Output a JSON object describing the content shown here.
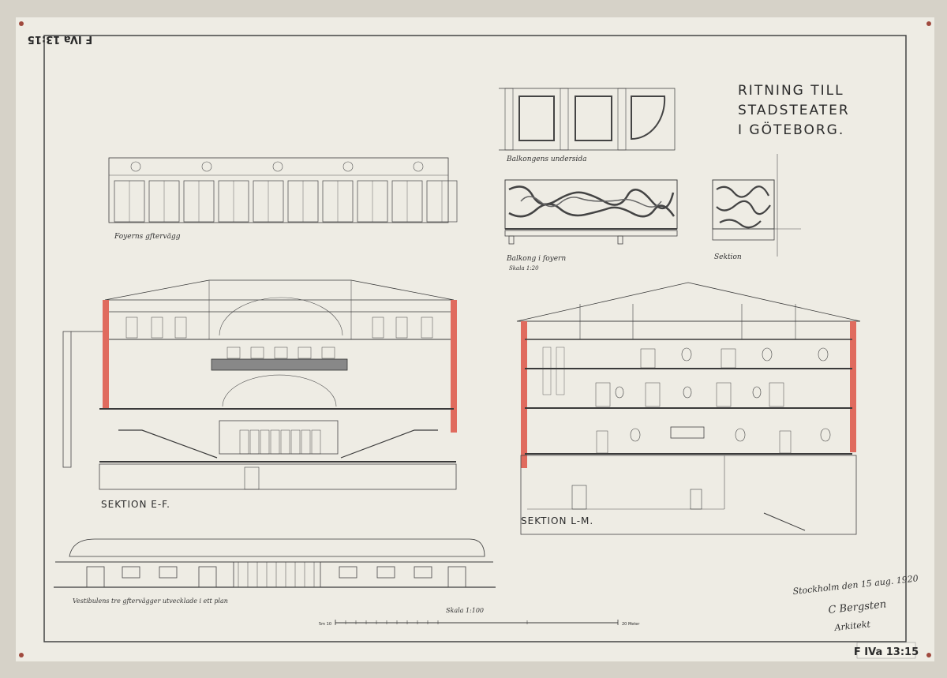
{
  "stamps": {
    "top_left": "F IVa 13:15",
    "bottom_right": "F IVa 13:15"
  },
  "title": {
    "line1": "RITNING TILL",
    "line2": "STADSTEATER",
    "line3": "I GÖTEBORG."
  },
  "captions": {
    "foyer_wall": "Foyerns gftervägg",
    "balcony_underside": "Balkongens undersida",
    "balcony_foyer": "Balkong i foyern",
    "balcony_scale": "Skala 1:20",
    "section_small": "Sektion",
    "section_ef": "SEKTION E-F.",
    "section_lm": "SEKTION L-M.",
    "vestibule": "Vestibulens tre gftervägger utvecklade i ett plan",
    "scale": "Skala 1:100",
    "scale_left": "5m 10",
    "scale_right": "20 Meter"
  },
  "signature": {
    "place_date": "Stockholm den 15 aug. 1920",
    "name": "C Bergsten",
    "title": "Arkitekt"
  },
  "colors": {
    "paper": "#eeece4",
    "ink": "#3a3a3a",
    "section_red": "#e06b5e"
  }
}
